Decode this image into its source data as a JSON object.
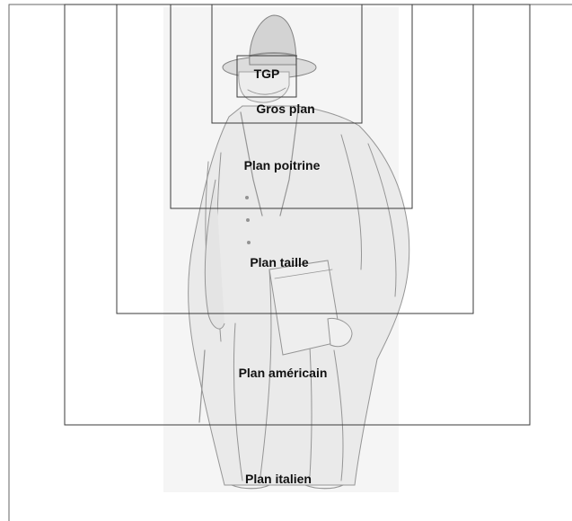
{
  "diagram": {
    "frames": [
      {
        "id": "tgp",
        "label": "TGP"
      },
      {
        "id": "gros-plan",
        "label": "Gros plan"
      },
      {
        "id": "plan-poitrine",
        "label": "Plan poitrine"
      },
      {
        "id": "plan-taille",
        "label": "Plan taille"
      },
      {
        "id": "plan-americain",
        "label": "Plan américain"
      },
      {
        "id": "plan-italien",
        "label": "Plan italien"
      }
    ],
    "colors": {
      "frame_stroke": "#3a3a3a",
      "label_text": "#111111",
      "sketch_stroke": "#8a8a8a",
      "background": "#ffffff"
    }
  }
}
